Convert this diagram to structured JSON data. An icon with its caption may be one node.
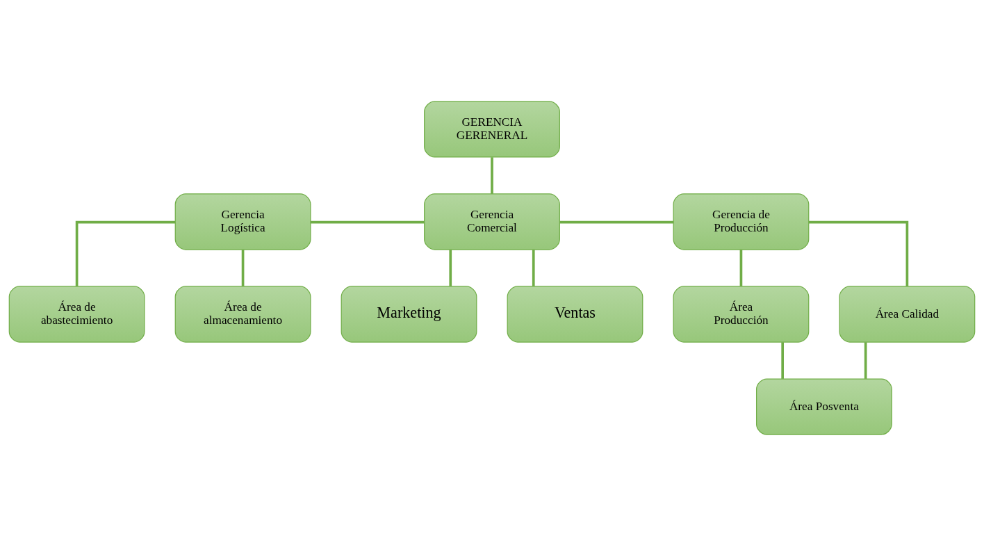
{
  "diagram": {
    "nodes": [
      {
        "text": [
          "GERENCIA GERENERAL"
        ]
      },
      {
        "text": [
          "Gerencia Logística"
        ]
      },
      {
        "text": [
          "Gerencia Comercial"
        ]
      },
      {
        "text": [
          "Gerencia de Producción"
        ]
      },
      {
        "text": [
          "Área de abastecimiento"
        ]
      },
      {
        "text": [
          "Área de almacenamiento"
        ]
      },
      {
        "text": [
          "Marketing"
        ]
      },
      {
        "text": [
          "Ventas"
        ]
      },
      {
        "text": [
          "Área Producción"
        ]
      },
      {
        "text": [
          "Área Calidad"
        ]
      },
      {
        "text": [
          "Área Posventa"
        ]
      }
    ],
    "edges": [
      {
        "from": 0,
        "to": 2,
        "arrow": "none"
      },
      {
        "from": 1,
        "to": 2,
        "arrow": "none"
      },
      {
        "from": 2,
        "to": 3,
        "arrow": "none"
      },
      {
        "from": 1,
        "to": 4,
        "arrow": "none"
      },
      {
        "from": 1,
        "to": 5,
        "arrow": "none"
      },
      {
        "from": 2,
        "to": 6,
        "arrow": "none"
      },
      {
        "from": 2,
        "to": 7,
        "arrow": "none"
      },
      {
        "from": 3,
        "to": 8,
        "arrow": "none"
      },
      {
        "from": 3,
        "to": 9,
        "arrow": "none"
      },
      {
        "from": 8,
        "to": 10,
        "arrow": "none"
      },
      {
        "from": 9,
        "to": 10,
        "arrow": "none"
      }
    ]
  }
}
